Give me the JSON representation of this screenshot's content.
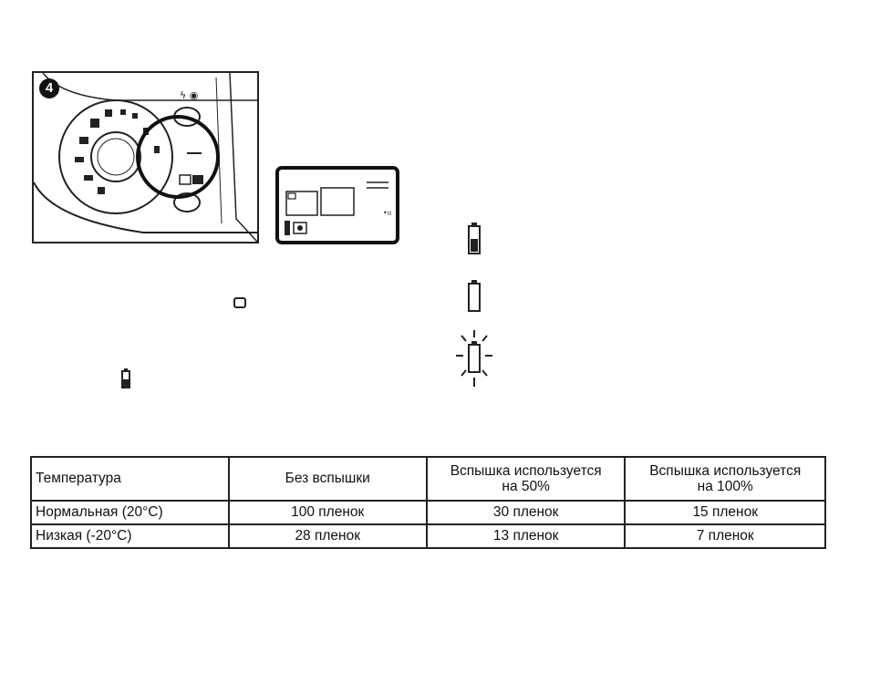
{
  "figure": {
    "step_number": "4",
    "icons": {
      "step_badge": "circled-number-icon",
      "mode_dial": "camera-mode-dial-icon",
      "lcd": "lcd-display-icon",
      "battery_full": "battery-full-icon",
      "battery_empty": "battery-empty-icon",
      "battery_blink": "battery-blinking-icon",
      "square": "single-frame-icon",
      "small_battery": "battery-small-icon"
    }
  },
  "table": {
    "headers": [
      [
        "Температура"
      ],
      [
        "Без вспышки"
      ],
      [
        "Вспышка используется",
        "на 50%"
      ],
      [
        "Вспышка используется",
        "на 100%"
      ]
    ],
    "rows": [
      [
        "Нормальная (20°C)",
        "100 пленок",
        "30 пленок",
        "15 пленок"
      ],
      [
        "Низкая (-20°C)",
        "28 пленок",
        "13 пленок",
        "7 пленок"
      ]
    ]
  }
}
